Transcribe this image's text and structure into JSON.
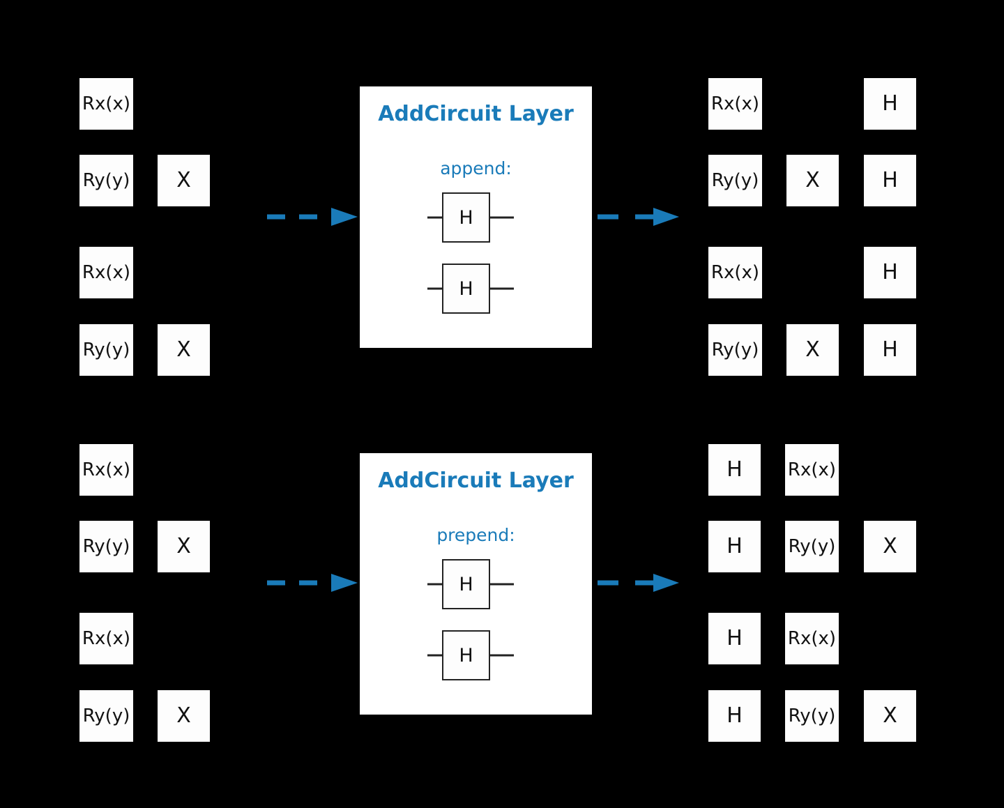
{
  "meta": {
    "accent_blue": "#1a7bb9",
    "background": "#000000",
    "gate_fill": "#fdfdfd",
    "gate_text": "#111111"
  },
  "sections": [
    {
      "id": "append-section",
      "panel": {
        "title": "AddCircuit Layer",
        "mode_label": "append:",
        "inner_gates": [
          "H",
          "H"
        ]
      },
      "input_circuit": {
        "rows": [
          [
            "Rx(x)",
            "",
            ""
          ],
          [
            "Ry(y)",
            "X",
            ""
          ],
          [
            "Rx(x)",
            "",
            ""
          ],
          [
            "Ry(y)",
            "X",
            ""
          ]
        ]
      },
      "output_circuit": {
        "rows": [
          [
            "Rx(x)",
            "",
            "H"
          ],
          [
            "Ry(y)",
            "X",
            "H"
          ],
          [
            "Rx(x)",
            "",
            "H"
          ],
          [
            "Ry(y)",
            "X",
            "H"
          ]
        ]
      },
      "arrows": [
        "arrow-right-dashed",
        "arrow-right-dashed"
      ]
    },
    {
      "id": "prepend-section",
      "panel": {
        "title": "AddCircuit Layer",
        "mode_label": "prepend:",
        "inner_gates": [
          "H",
          "H"
        ]
      },
      "input_circuit": {
        "rows": [
          [
            "Rx(x)",
            "",
            ""
          ],
          [
            "Ry(y)",
            "X",
            ""
          ],
          [
            "Rx(x)",
            "",
            ""
          ],
          [
            "Ry(y)",
            "X",
            ""
          ]
        ]
      },
      "output_circuit": {
        "rows": [
          [
            "H",
            "Rx(x)",
            ""
          ],
          [
            "H",
            "Ry(y)",
            "X"
          ],
          [
            "H",
            "Rx(x)",
            ""
          ],
          [
            "H",
            "Ry(y)",
            "X"
          ]
        ]
      },
      "arrows": [
        "arrow-right-dashed",
        "arrow-right-dashed"
      ]
    }
  ]
}
